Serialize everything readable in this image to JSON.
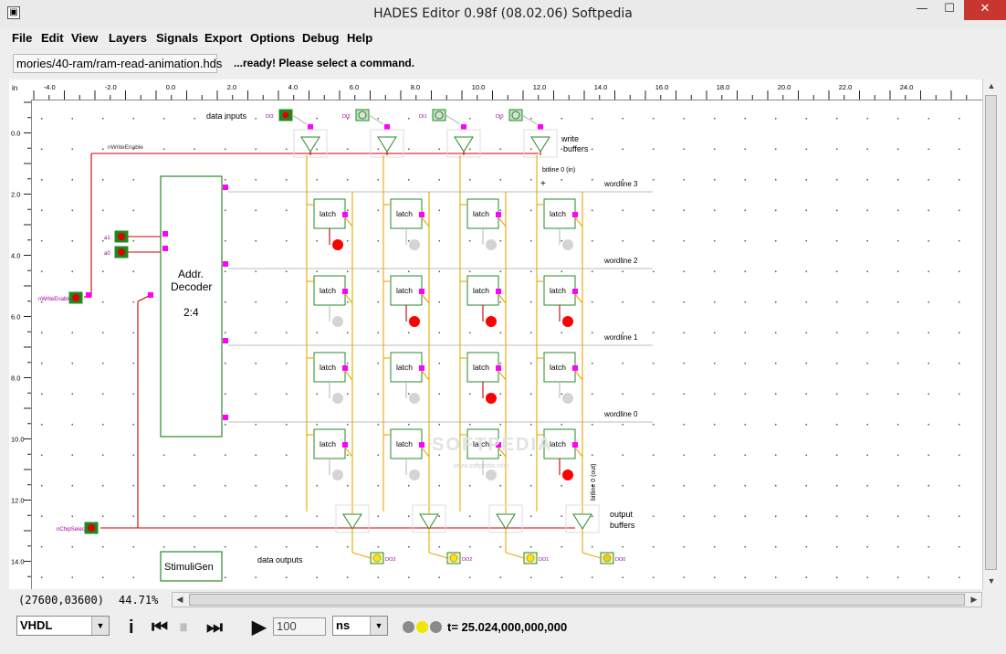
{
  "window": {
    "title": "HADES Editor 0.98f (08.02.06)   Softpedia",
    "controls": {
      "minimize": "—",
      "maximize": "☐",
      "close": "✕"
    }
  },
  "menu": [
    "File",
    "Edit",
    "View",
    "Layers",
    "Signals",
    "Export",
    "Options",
    "Debug",
    "Help"
  ],
  "toolbar": {
    "path": "mories/40-ram/ram-read-animation.hds",
    "status": "...ready! Please select a command."
  },
  "ruler": {
    "unit": "in",
    "top_ticks": [
      "-4.0",
      "-2.0",
      "0.0",
      "2.0",
      "4.0",
      "6.0",
      "8.0",
      "10.0",
      "12.0",
      "14.0",
      "16.0",
      "18.0",
      "20.0",
      "22.0",
      "24.0"
    ],
    "left_ticks": [
      "0.0",
      "2.0",
      "4.0",
      "6.0",
      "8.0",
      "10.0",
      "12.0",
      "14.0"
    ]
  },
  "schematic": {
    "labels": {
      "data_inputs": "data inputs",
      "write_buffers": [
        "write",
        "buffers"
      ],
      "output_buffers": [
        "output",
        "buffers"
      ],
      "data_outputs": "data outputs",
      "decoder": [
        "Addr.",
        "Decoder",
        "2:4"
      ],
      "stimuli": "StimuliGen",
      "write_enable": "nWriteEnable",
      "chip_select": "nChipSelect",
      "bitline_in": "bitline 0 (in)",
      "bitline_out": "bitline 0 (out)",
      "a1": "a1",
      "a0": "a0",
      "latch": "latch",
      "watermark": "SOFTPEDIA",
      "watermark_url": "www.softpedia.com"
    },
    "input_pins": [
      "DI3",
      "DI2",
      "DI1",
      "DI0"
    ],
    "output_pins": [
      "DO3",
      "DO2",
      "DO1",
      "DO0"
    ],
    "wordlines": [
      "wordline 3",
      "wordline 2",
      "wordline 1",
      "wordline 0"
    ],
    "led_states": [
      [
        true,
        false,
        false,
        false
      ],
      [
        false,
        true,
        true,
        true
      ],
      [
        false,
        false,
        true,
        false
      ],
      [
        false,
        false,
        false,
        true
      ]
    ]
  },
  "status": {
    "coords": "(27600,03600)",
    "zoom": "44.71%"
  },
  "bottom": {
    "language": "VHDL",
    "step_value": "100",
    "time_unit": "ns",
    "sim_time": "t= 25.024,000,000,000"
  },
  "colors": {
    "wire_red": "#cc0000",
    "wire_yellow": "#e8a800",
    "component_green": "#2a8a2a",
    "led_on": "#ff0000",
    "led_off": "#d4d4d4",
    "pin_magenta": "#ff00ff"
  }
}
